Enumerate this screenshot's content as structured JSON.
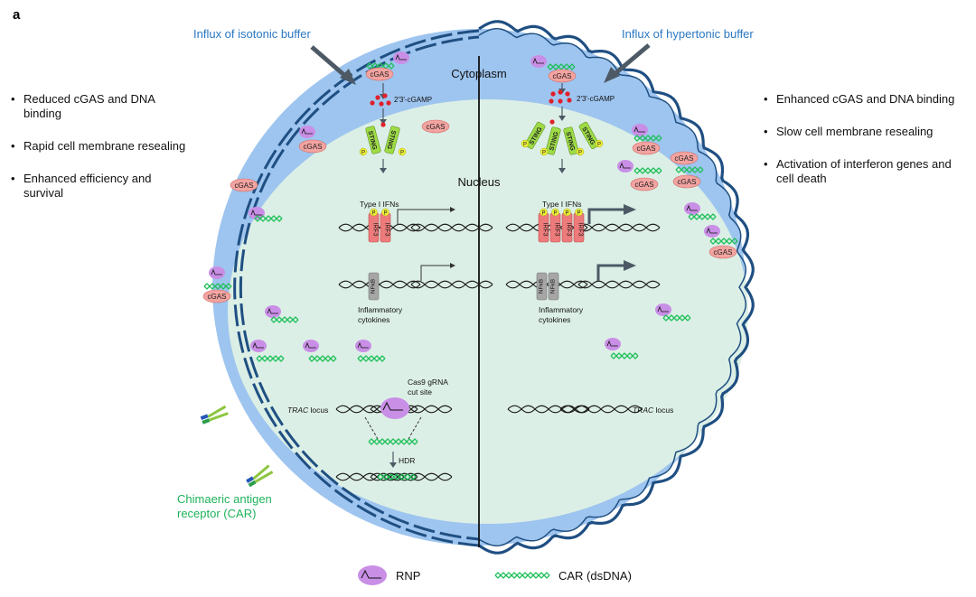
{
  "panel_label": "a",
  "titles": {
    "left_influx": "Influx of isotonic buffer",
    "right_influx": "Influx of hypertonic buffer",
    "cytoplasm": "Cytoplasm",
    "nucleus": "Nucleus"
  },
  "left_bullets": [
    "Reduced cGAS and DNA binding",
    "Rapid cell membrane resealing",
    "Enhanced efficiency and survival"
  ],
  "right_bullets": [
    "Enhanced cGAS and DNA binding",
    "Slow cell membrane resealing",
    "Activation of interferon genes and cell death"
  ],
  "labels": {
    "cgas": "cGAS",
    "cgamp": "2′3′-cGAMP",
    "sting": "STING",
    "p": "P",
    "type1_ifns": "Type I IFNs",
    "irf3": "IRF3",
    "nfkb": "NFκB",
    "cytokines_line1": "Inflammatory",
    "cytokines_line2": "cytokines",
    "trac_locus": "TRAC",
    "locus_word": "locus",
    "cas9_line1": "Cas9 gRNA",
    "cas9_line2": "cut site",
    "hdr": "HDR",
    "car_line1": "Chimaeric antigen",
    "car_line2": "receptor (CAR)"
  },
  "legend": {
    "rnp": "RNP",
    "car": "CAR (dsDNA)"
  },
  "colors": {
    "cytoplasm": "#9ec5ef",
    "cytoplasm_outer": "#8fbbea",
    "nucleus": "#dcefe6",
    "membrane": "#1f4f82",
    "cgas": "#f3a3a0",
    "rnp": "#c98fe6",
    "dna_green": "#1fc05a",
    "sting": "#9edc46",
    "irf3": "#ee7b7b",
    "nfkb": "#a6a6a6",
    "phospho": "#eef03a",
    "cgamp": "#e0202a",
    "title_blue": "#2a78c2"
  }
}
